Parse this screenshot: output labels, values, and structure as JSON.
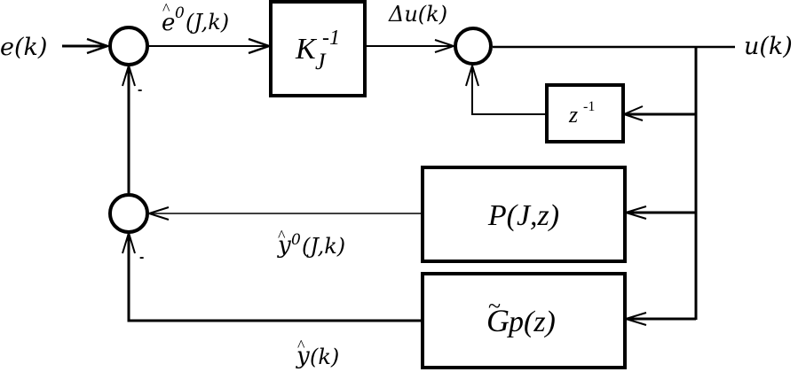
{
  "diagram": {
    "type": "block-diagram",
    "signals": {
      "input": "e(k)",
      "error_estimate": {
        "base": "e",
        "hat": "^",
        "sup": "0",
        "args": "(J,k)"
      },
      "control_increment": "Δu(k)",
      "output": "u(k)",
      "free_response": {
        "base": "y",
        "hat": "^",
        "sup": "0",
        "args": "(J,k)"
      },
      "model_output": {
        "base": "y",
        "hat": "^",
        "args": "(k)"
      }
    },
    "blocks": {
      "gain": {
        "base": "K",
        "sub": "J",
        "sup": "-1"
      },
      "delay": {
        "base": "z",
        "sup": "-1"
      },
      "prediction": "P(J,z)",
      "model": {
        "base": "G",
        "tilde": "~",
        "rest": "p(z)"
      }
    },
    "summers": {
      "error_sum": {
        "minus_sign": "-"
      },
      "integrator_sum": {},
      "prediction_sum": {
        "minus_sign": "-"
      }
    }
  }
}
